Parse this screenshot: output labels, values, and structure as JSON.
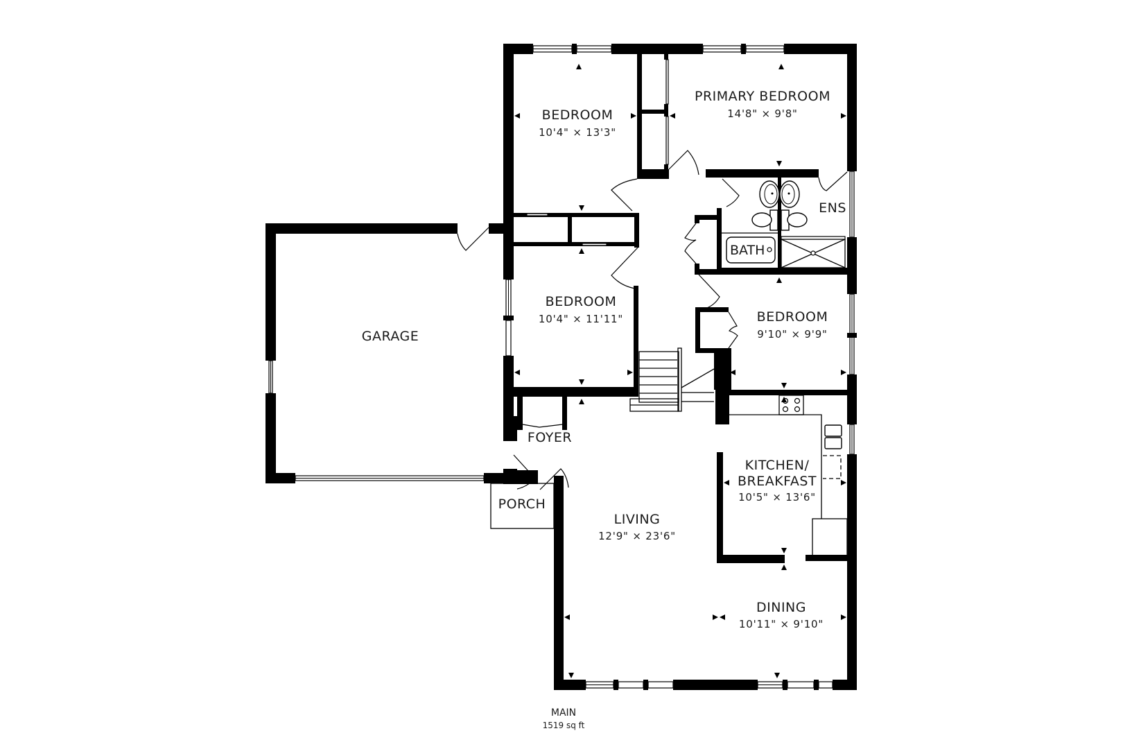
{
  "floor": {
    "name": "MAIN",
    "area": "1519 sq ft"
  },
  "rooms": {
    "bedroom_nw": {
      "name": "BEDROOM",
      "dims": "10'4\" × 13'3\""
    },
    "primary_bedroom": {
      "name": "PRIMARY BEDROOM",
      "dims": "14'8\" × 9'8\""
    },
    "ensuite": {
      "name": "ENS"
    },
    "bath": {
      "name": "BATH"
    },
    "bedroom_w": {
      "name": "BEDROOM",
      "dims": "10'4\" × 11'11\""
    },
    "bedroom_e": {
      "name": "BEDROOM",
      "dims": "9'10\" × 9'9\""
    },
    "garage": {
      "name": "GARAGE"
    },
    "foyer": {
      "name": "FOYER"
    },
    "porch": {
      "name": "PORCH"
    },
    "kitchen": {
      "name_line1": "KITCHEN/",
      "name_line2": "BREAKFAST",
      "dims": "10'5\" × 13'6\""
    },
    "living": {
      "name": "LIVING",
      "dims": "12'9\" × 23'6\""
    },
    "dining": {
      "name": "DINING",
      "dims": "10'11\" × 9'10\""
    }
  },
  "colors": {
    "wall": "#000000",
    "background": "#ffffff",
    "text": "#1a1a1a"
  }
}
